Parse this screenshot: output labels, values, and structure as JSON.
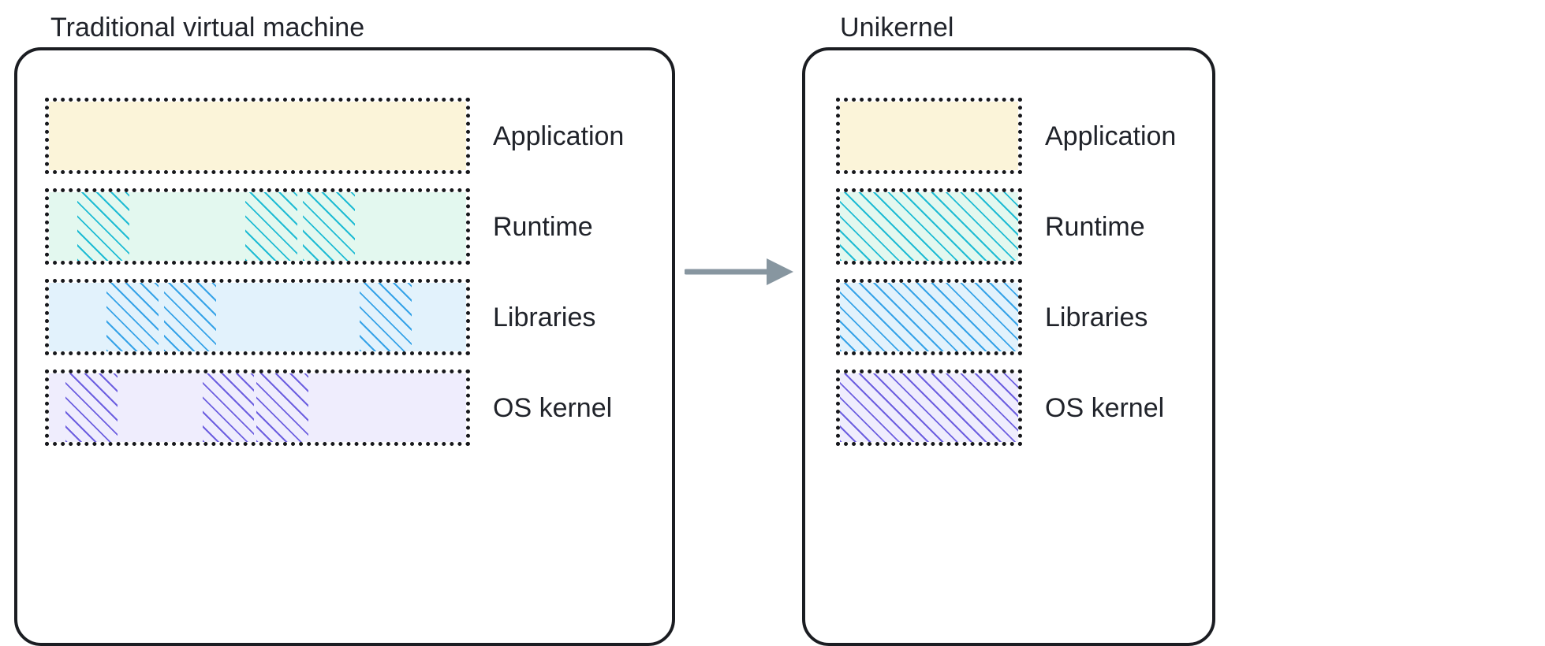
{
  "diagram": {
    "title_left": "Traditional virtual machine",
    "title_right": "Unikernel",
    "arrow_icon": "right-arrow-icon",
    "arrow_color": "#8796a0",
    "panel_border_color": "#1b1d22",
    "dotted_border_color": "#17181c",
    "background": "#ffffff",
    "text_color": "#20232a"
  },
  "layers": [
    {
      "key": "application",
      "label": "Application",
      "fill": "#fbf4d9",
      "hatch_color": "#d9c97a",
      "vm_hatch_segments": [],
      "uk_hatched": false
    },
    {
      "key": "runtime",
      "label": "Runtime",
      "fill": "#e3f8ef",
      "hatch_color": "#1fbcd4",
      "vm_hatch_segments": [
        {
          "left_pct": 6.8,
          "width_pct": 12.4
        },
        {
          "left_pct": 47.1,
          "width_pct": 12.4
        },
        {
          "left_pct": 60.9,
          "width_pct": 12.4
        }
      ],
      "uk_hatched": true
    },
    {
      "key": "libraries",
      "label": "Libraries",
      "fill": "#e2f2fc",
      "hatch_color": "#36a3e8",
      "vm_hatch_segments": [
        {
          "left_pct": 13.8,
          "width_pct": 12.4
        },
        {
          "left_pct": 27.6,
          "width_pct": 12.4
        },
        {
          "left_pct": 74.5,
          "width_pct": 12.4
        }
      ],
      "uk_hatched": true
    },
    {
      "key": "os-kernel",
      "label": "OS kernel",
      "fill": "#efedfd",
      "hatch_color": "#6d5fe0",
      "vm_hatch_segments": [
        {
          "left_pct": 4.0,
          "width_pct": 12.4
        },
        {
          "left_pct": 36.8,
          "width_pct": 12.4
        },
        {
          "left_pct": 49.7,
          "width_pct": 12.4
        }
      ],
      "uk_hatched": true
    }
  ],
  "chart_data": {
    "type": "diagram",
    "title": "",
    "description": "Comparison of software stack composition between a traditional virtual machine and a unikernel",
    "panels": [
      {
        "name": "Traditional virtual machine",
        "layers": [
          "Application",
          "Runtime",
          "Libraries",
          "OS kernel"
        ],
        "layer_width_units": 539,
        "note": "Full-width layers with scattered hatched (used) regions"
      },
      {
        "name": "Unikernel",
        "layers": [
          "Application",
          "Runtime",
          "Libraries",
          "OS kernel"
        ],
        "layer_width_units": 236,
        "note": "Narrow layers; Runtime, Libraries and OS kernel fully hatched"
      }
    ]
  }
}
